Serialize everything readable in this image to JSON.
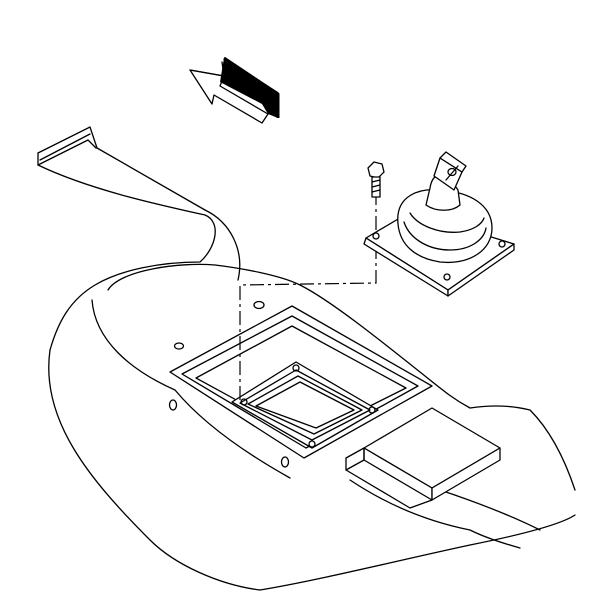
{
  "figure": {
    "parts": [
      {
        "id": "direction-arrow",
        "icon": "forward-arrow-icon"
      },
      {
        "id": "floor-console",
        "icon": "console-panel"
      },
      {
        "id": "shifter-opening",
        "icon": "rectangular-opening"
      },
      {
        "id": "shift-boot-assembly",
        "icon": "shift-boot"
      },
      {
        "id": "retaining-bolt",
        "icon": "bolt-icon"
      },
      {
        "id": "support-bracket",
        "icon": "bracket"
      },
      {
        "id": "alignment-path",
        "icon": "dash-dot-leader"
      }
    ],
    "line_color": "#000000",
    "background_color": "#ffffff"
  }
}
